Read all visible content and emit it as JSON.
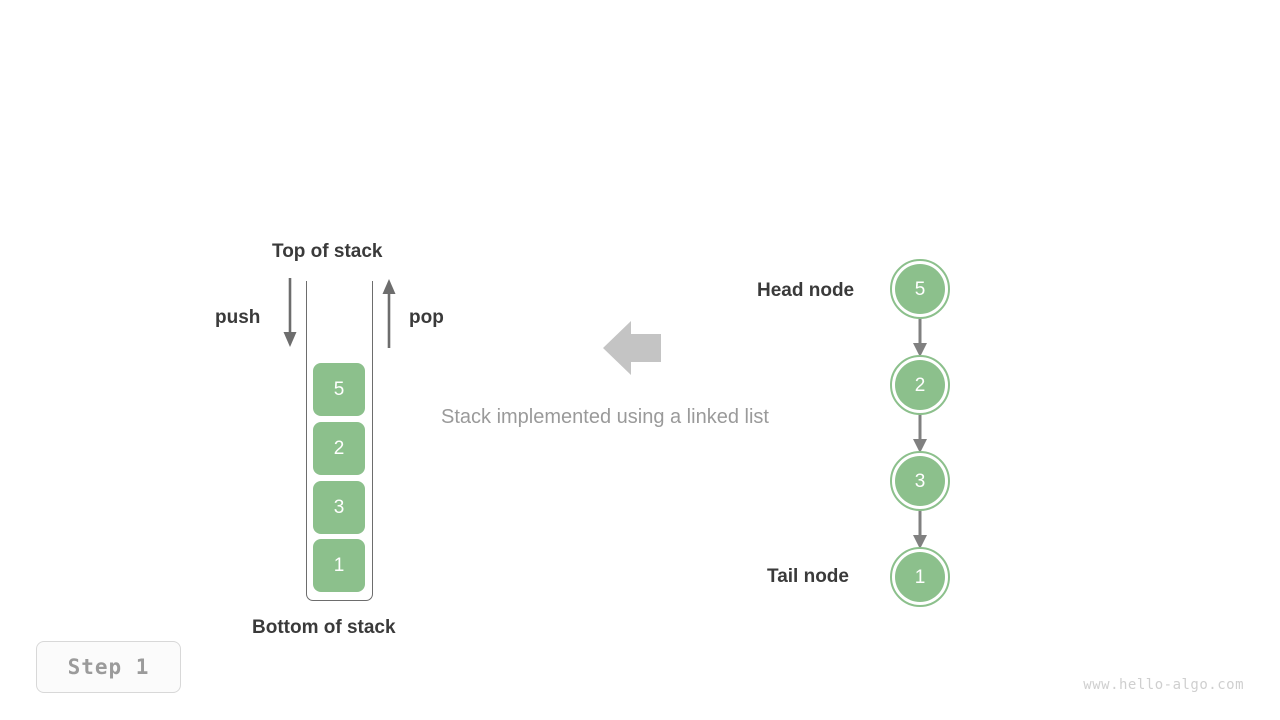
{
  "background": "#ffffff",
  "colors": {
    "node_green": "#8cc08c",
    "arrow_gray": "#6d6d6d",
    "big_arrow_gray": "#c4c4c4",
    "label_dark": "#3a3a3a",
    "caption_gray": "#9a9a9a",
    "watermark_gray": "#cfcfcf",
    "badge_border": "#d8d8d8"
  },
  "stack": {
    "top_label": "Top of stack",
    "bottom_label": "Bottom of stack",
    "push_label": "push",
    "pop_label": "pop",
    "push_arrow_icon": "arrow-down-icon",
    "pop_arrow_icon": "arrow-up-icon",
    "items": [
      {
        "value": "5"
      },
      {
        "value": "2"
      },
      {
        "value": "3"
      },
      {
        "value": "1"
      }
    ]
  },
  "middle": {
    "caption": "Stack implemented using a linked list",
    "arrow_icon": "arrow-left-icon"
  },
  "linked_list": {
    "head_label": "Head node",
    "tail_label": "Tail node",
    "link_arrow_icon": "arrow-down-icon",
    "nodes": [
      {
        "value": "5"
      },
      {
        "value": "2"
      },
      {
        "value": "3"
      },
      {
        "value": "1"
      }
    ]
  },
  "step_badge": {
    "text": "Step 1"
  },
  "watermark": {
    "text": "www.hello-algo.com"
  }
}
